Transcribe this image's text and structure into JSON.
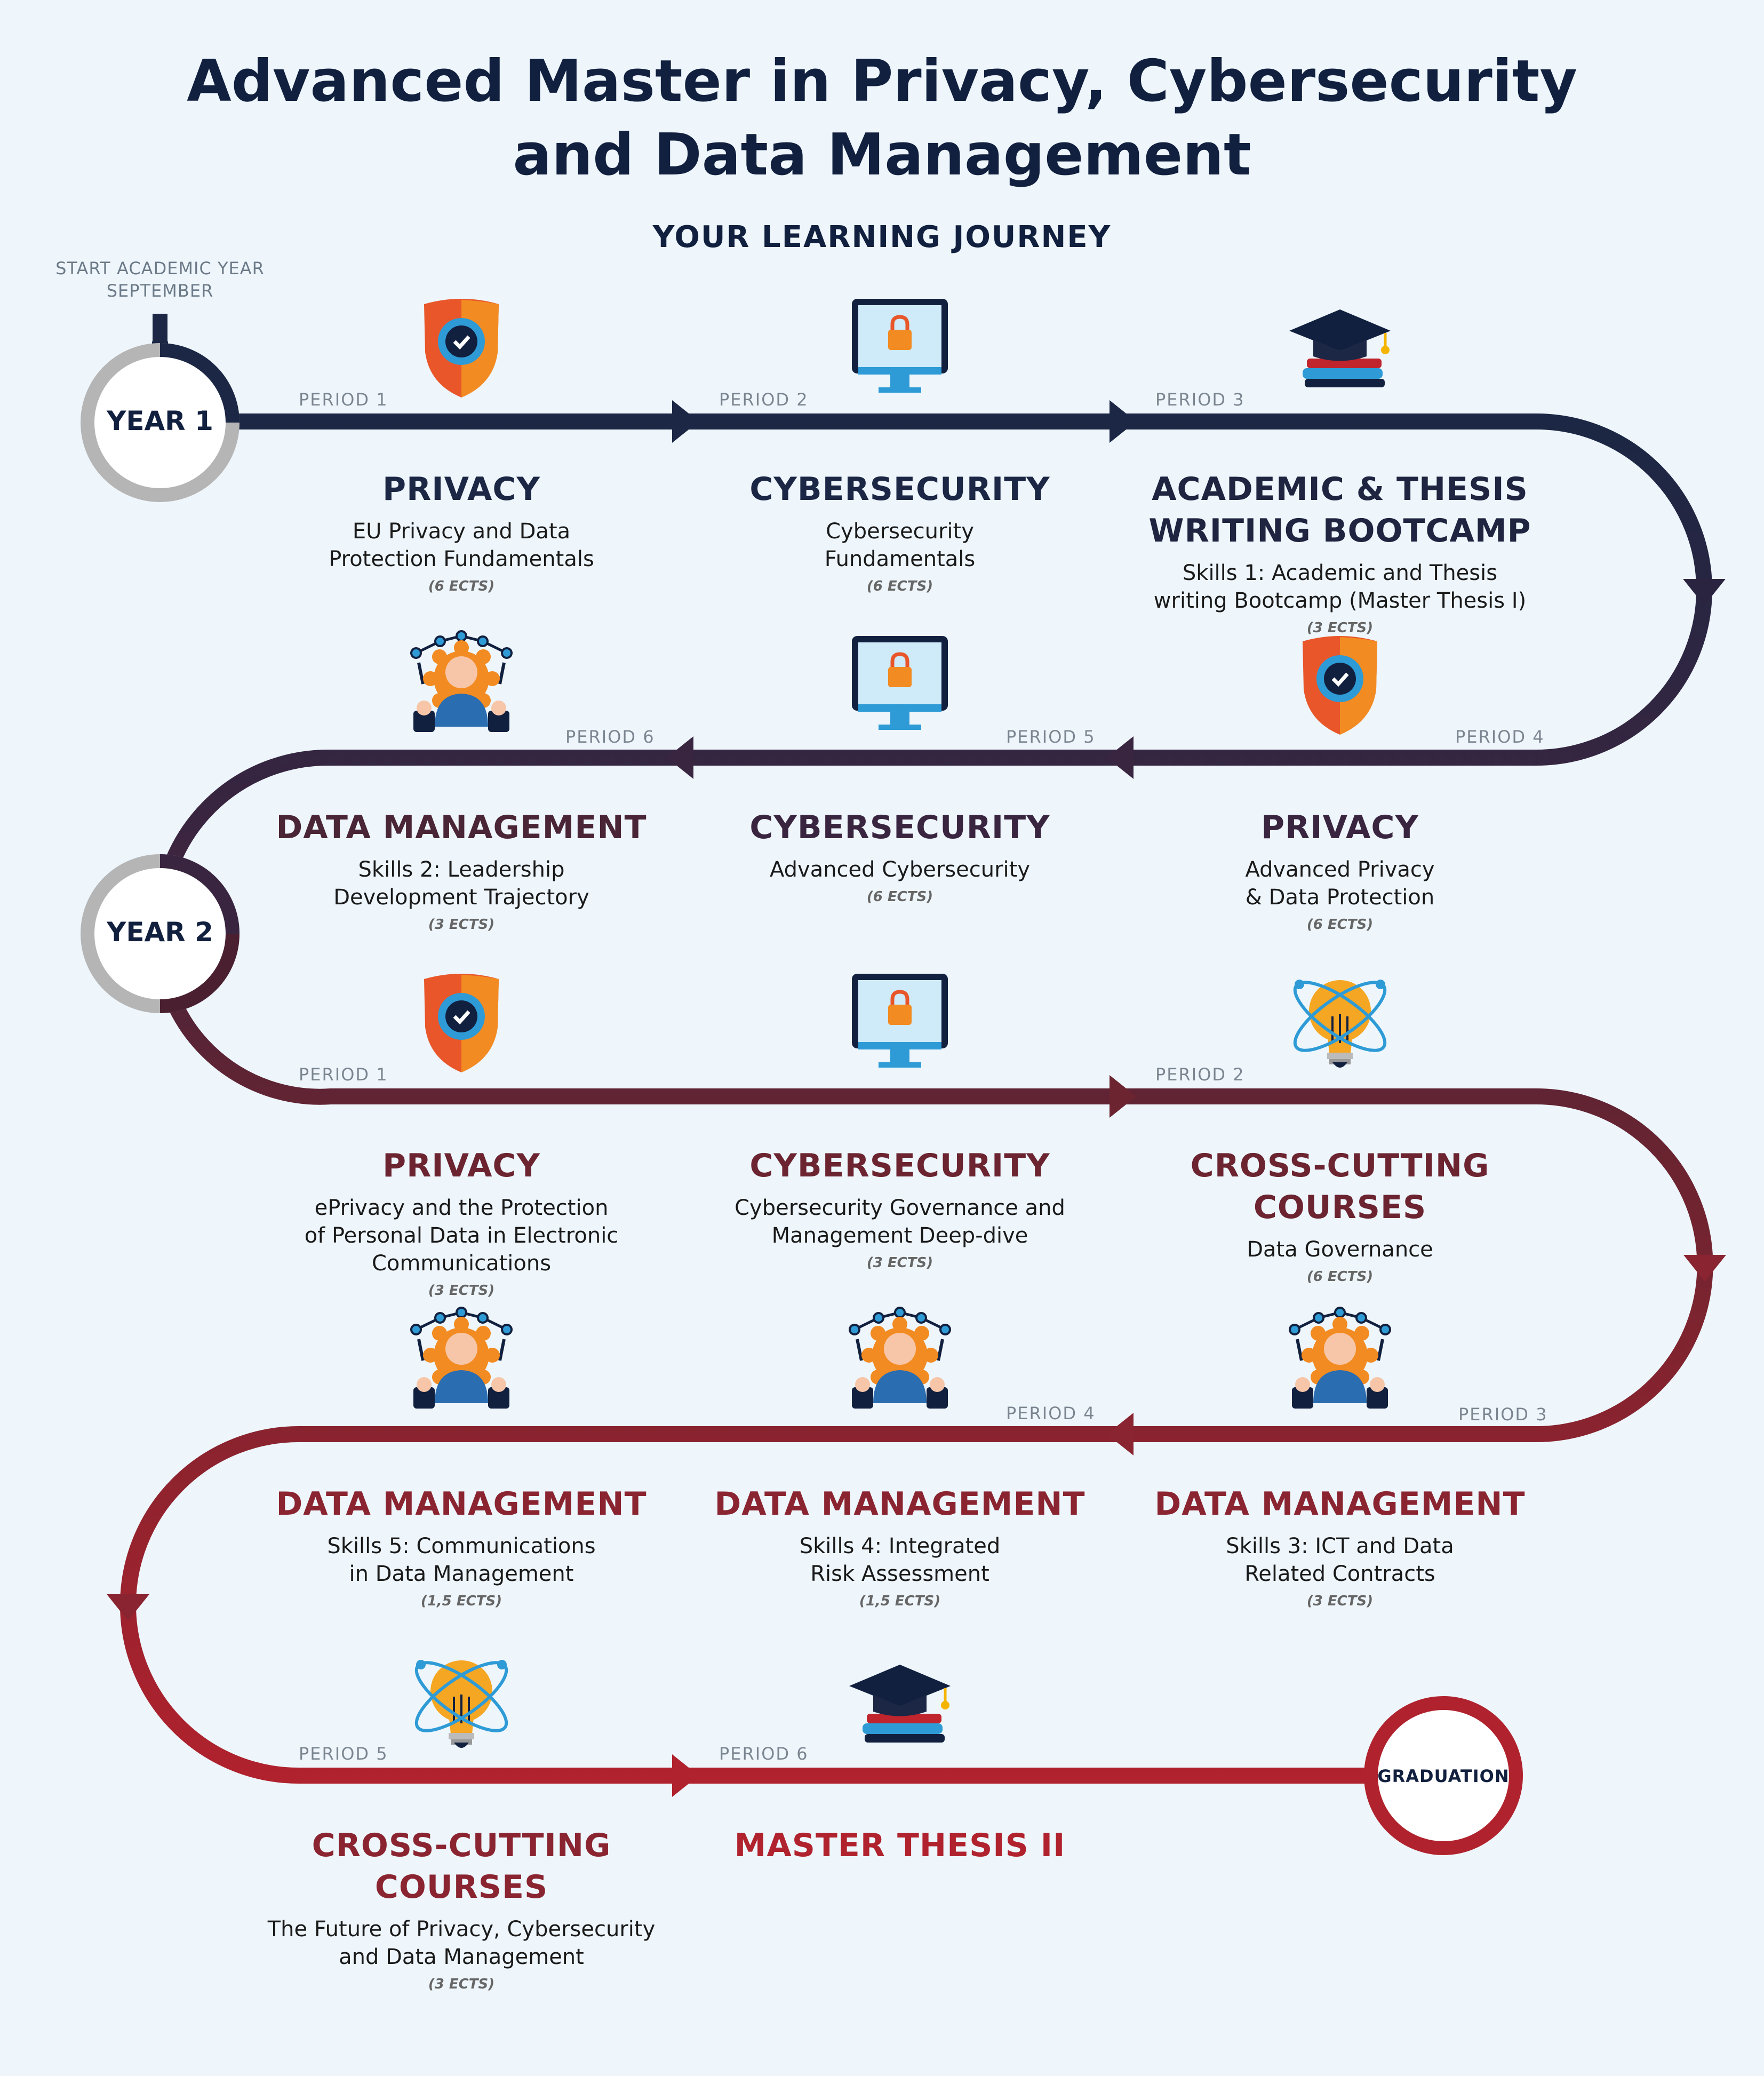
{
  "title": {
    "line1": "Advanced Master in Privacy, Cybersecurity",
    "line2": "and Data Management"
  },
  "subtitle": "YOUR LEARNING JOURNEY",
  "start_note": {
    "line1": "START ACADEMIC YEAR",
    "line2": "SEPTEMBER"
  },
  "years": {
    "year1": "YEAR 1",
    "year2": "YEAR 2"
  },
  "graduation": "GRADUATION",
  "colors": {
    "navy": "#1b2744",
    "plum": "#3a2540",
    "wine": "#6b2430",
    "red": "#a8222d",
    "grey_ring": "#b5b5b5",
    "orange": "#f28b22",
    "blue": "#2e9bd6"
  },
  "steps": [
    {
      "period": "PERIOD 1",
      "heading": "PRIVACY",
      "desc": [
        "EU Privacy and Data",
        "Protection Fundamentals"
      ],
      "ects": "(6 ECTS)",
      "icon": "shield-icon"
    },
    {
      "period": "PERIOD 2",
      "heading": "CYBERSECURITY",
      "desc": [
        "Cybersecurity",
        "Fundamentals"
      ],
      "ects": "(6 ECTS)",
      "icon": "monitor-lock-icon"
    },
    {
      "period": "PERIOD 3",
      "heading": [
        "ACADEMIC & THESIS",
        "WRITING BOOTCAMP"
      ],
      "desc": [
        "Skills 1: Academic and Thesis",
        "writing Bootcamp (Master Thesis I)"
      ],
      "ects": "(3 ECTS)",
      "icon": "graduation-cap-icon"
    },
    {
      "period": "PERIOD 4",
      "heading": "PRIVACY",
      "desc": [
        "Advanced Privacy",
        "& Data Protection"
      ],
      "ects": "(6 ECTS)",
      "icon": "shield-icon"
    },
    {
      "period": "PERIOD 5",
      "heading": "CYBERSECURITY",
      "desc": [
        "Advanced Cybersecurity"
      ],
      "ects": "(6 ECTS)",
      "icon": "monitor-lock-icon"
    },
    {
      "period": "PERIOD 6",
      "heading": "DATA MANAGEMENT",
      "desc": [
        "Skills 2: Leadership",
        "Development Trajectory"
      ],
      "ects": "(3 ECTS)",
      "icon": "person-network-icon"
    },
    {
      "period": "PERIOD 1",
      "heading": "PRIVACY",
      "desc": [
        "ePrivacy and the Protection",
        "of Personal Data in Electronic",
        "Communications"
      ],
      "ects": "(3 ECTS)",
      "icon": "shield-icon"
    },
    {
      "period": "",
      "heading": "CYBERSECURITY",
      "desc": [
        "Cybersecurity Governance and",
        "Management Deep-dive"
      ],
      "ects": "(3 ECTS)",
      "icon": "monitor-lock-icon"
    },
    {
      "period": "PERIOD 2",
      "heading": [
        "CROSS-CUTTING",
        "COURSES"
      ],
      "desc": [
        "Data Governance"
      ],
      "ects": "(6 ECTS)",
      "icon": "lightbulb-atom-icon"
    },
    {
      "period": "PERIOD 3",
      "heading": "DATA MANAGEMENT",
      "desc": [
        "Skills 3: ICT and Data",
        "Related Contracts"
      ],
      "ects": "(3 ECTS)",
      "icon": "person-network-icon"
    },
    {
      "period": "PERIOD 4",
      "heading": "DATA MANAGEMENT",
      "desc": [
        "Skills 4: Integrated",
        "Risk Assessment"
      ],
      "ects": "(1,5 ECTS)",
      "icon": "person-network-icon"
    },
    {
      "period": "",
      "heading": "DATA MANAGEMENT",
      "desc": [
        "Skills 5: Communications",
        "in Data Management"
      ],
      "ects": "(1,5 ECTS)",
      "icon": "person-network-icon"
    },
    {
      "period": "PERIOD 5",
      "heading": [
        "CROSS-CUTTING",
        "COURSES"
      ],
      "desc": [
        "The Future of Privacy, Cybersecurity",
        "and Data Management"
      ],
      "ects": "(3 ECTS)",
      "icon": "lightbulb-atom-icon"
    },
    {
      "period": "PERIOD 6",
      "heading": "MASTER THESIS II",
      "desc": [],
      "ects": "",
      "icon": "graduation-cap-icon"
    }
  ]
}
